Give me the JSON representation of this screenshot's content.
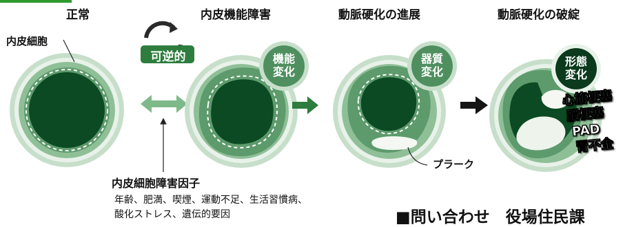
{
  "stages": [
    {
      "title": "正常"
    },
    {
      "title": "内皮機能障害",
      "badge": [
        "機能",
        "変化"
      ]
    },
    {
      "title": "動脈硬化の進展",
      "badge": [
        "器質",
        "変化"
      ]
    },
    {
      "title": "動脈硬化の破綻",
      "badge": [
        "形態",
        "変化"
      ]
    }
  ],
  "labels": {
    "endothelial_cell": "内皮細胞",
    "reversible": "可逆的",
    "plaque": "プラーク"
  },
  "diseases": [
    "心筋梗塞",
    "脳梗塞",
    "PAD",
    "腎不全"
  ],
  "factors": {
    "title": "内皮細胞障害因子",
    "line1": "年齢、肥満、喫煙、運動不足、生活習慣病、",
    "line2": "酸化ストレス、遺伝的要因"
  },
  "contact": "■問い合わせ　役場住民課",
  "colors": {
    "dark": "#0b4a22",
    "mid": "#5d9a6c",
    "light": "#c7dfca",
    "pale": "#e8f2e9",
    "accent": "#2e9a2e"
  }
}
